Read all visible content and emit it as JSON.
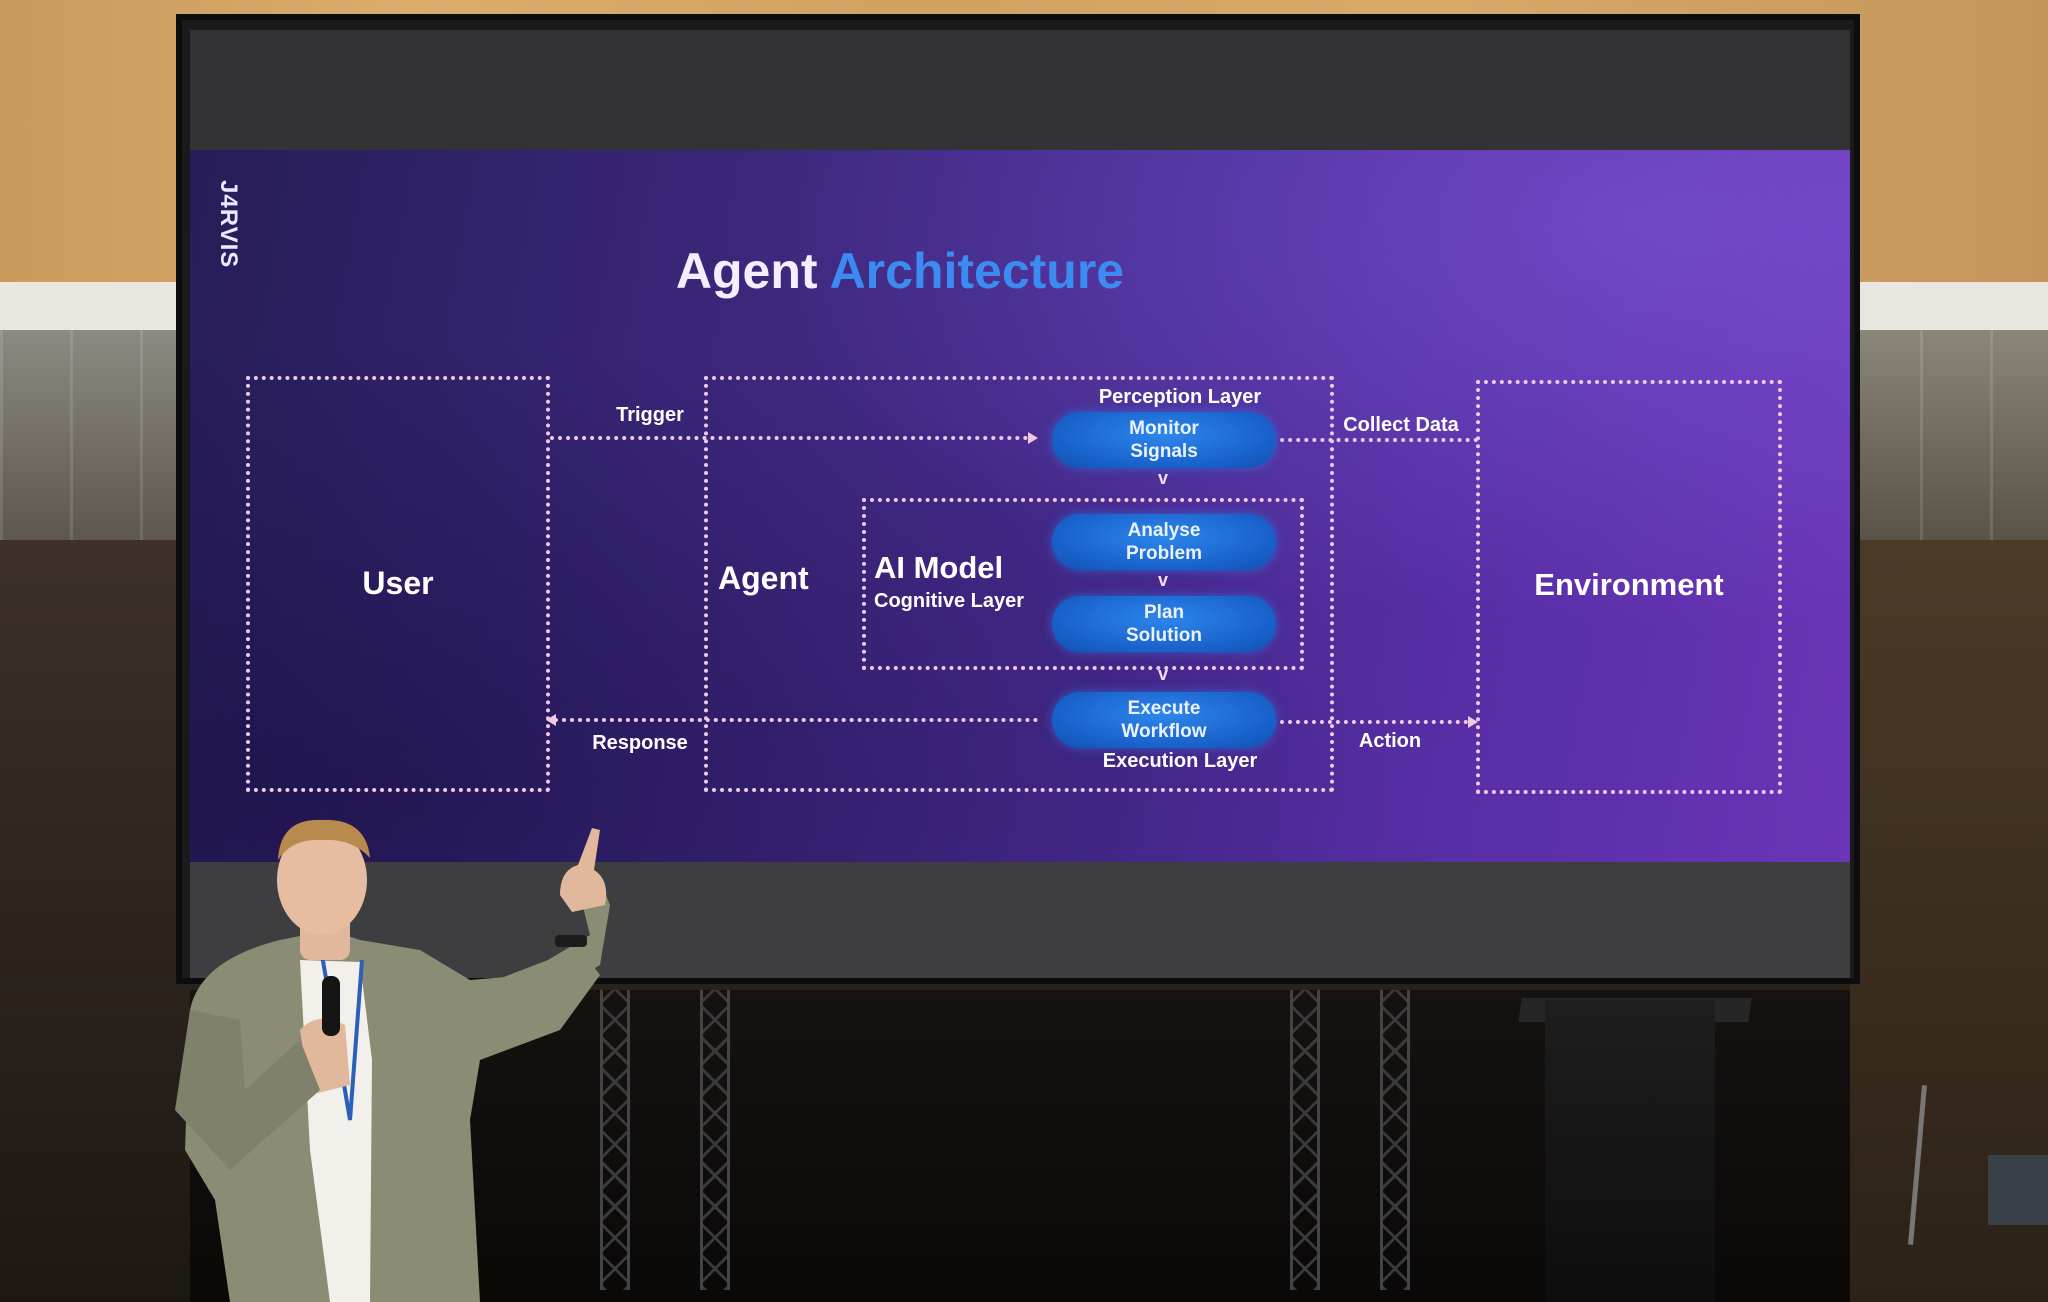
{
  "slide": {
    "brand": "J4RVIS",
    "title_part1": "Agent",
    "title_part2": "Architecture",
    "user_label": "User",
    "agent_label": "Agent",
    "ai_model_label": "AI Model",
    "cognitive_layer_label": "Cognitive Layer",
    "environment_label": "Environment",
    "perception_layer_label": "Perception Layer",
    "execution_layer_label": "Execution Layer",
    "trigger_label": "Trigger",
    "response_label": "Response",
    "collect_data_label": "Collect Data",
    "action_label": "Action",
    "pills": [
      {
        "line1": "Monitor",
        "line2": "Signals"
      },
      {
        "line1": "Analyse",
        "line2": "Problem"
      },
      {
        "line1": "Plan",
        "line2": "Solution"
      },
      {
        "line1": "Execute",
        "line2": "Workflow"
      }
    ],
    "chevron": "v"
  },
  "colors": {
    "slide_bg": "#3a2678",
    "accent_blue": "#3c8bf0",
    "dotted_line": "#efc9e6",
    "pill_blue": "#1860c9"
  }
}
